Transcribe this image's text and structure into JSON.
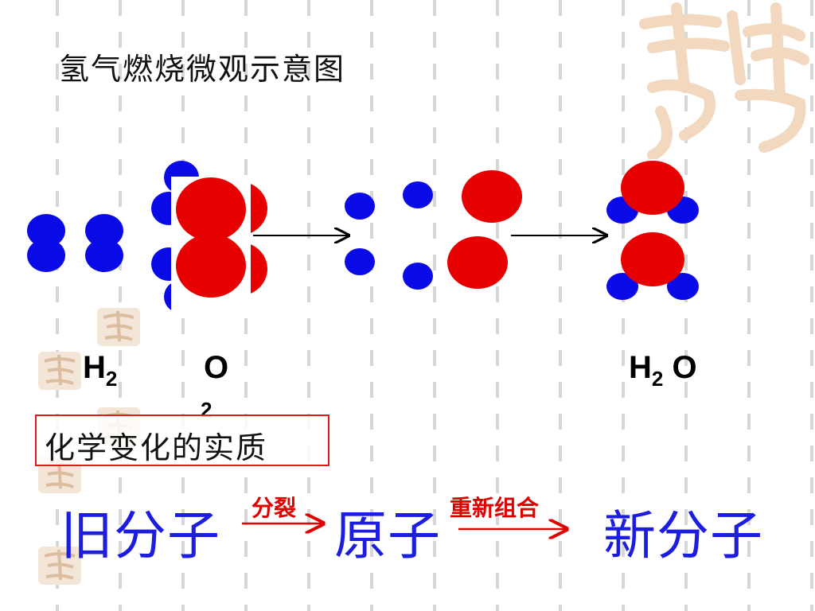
{
  "title": "氢气燃烧微观示意图",
  "labels": {
    "h2": {
      "main": "H",
      "sub": "2"
    },
    "o2": {
      "main": "O",
      "sub": "2"
    },
    "h2o": {
      "h": "H",
      "sub": "2",
      "o": "O"
    }
  },
  "essence": "化学变化的实质",
  "flow": {
    "old_molecule": "旧分子",
    "split": "分裂",
    "atoms": "原子",
    "recombine": "重新组合",
    "new_molecule": "新分子"
  },
  "colors": {
    "hydrogen": "#0a0ae6",
    "oxygen": "#e60000",
    "flow_text": "#1d1de0",
    "flow_arrow": "#e00000",
    "box_border": "#e31a1a"
  }
}
